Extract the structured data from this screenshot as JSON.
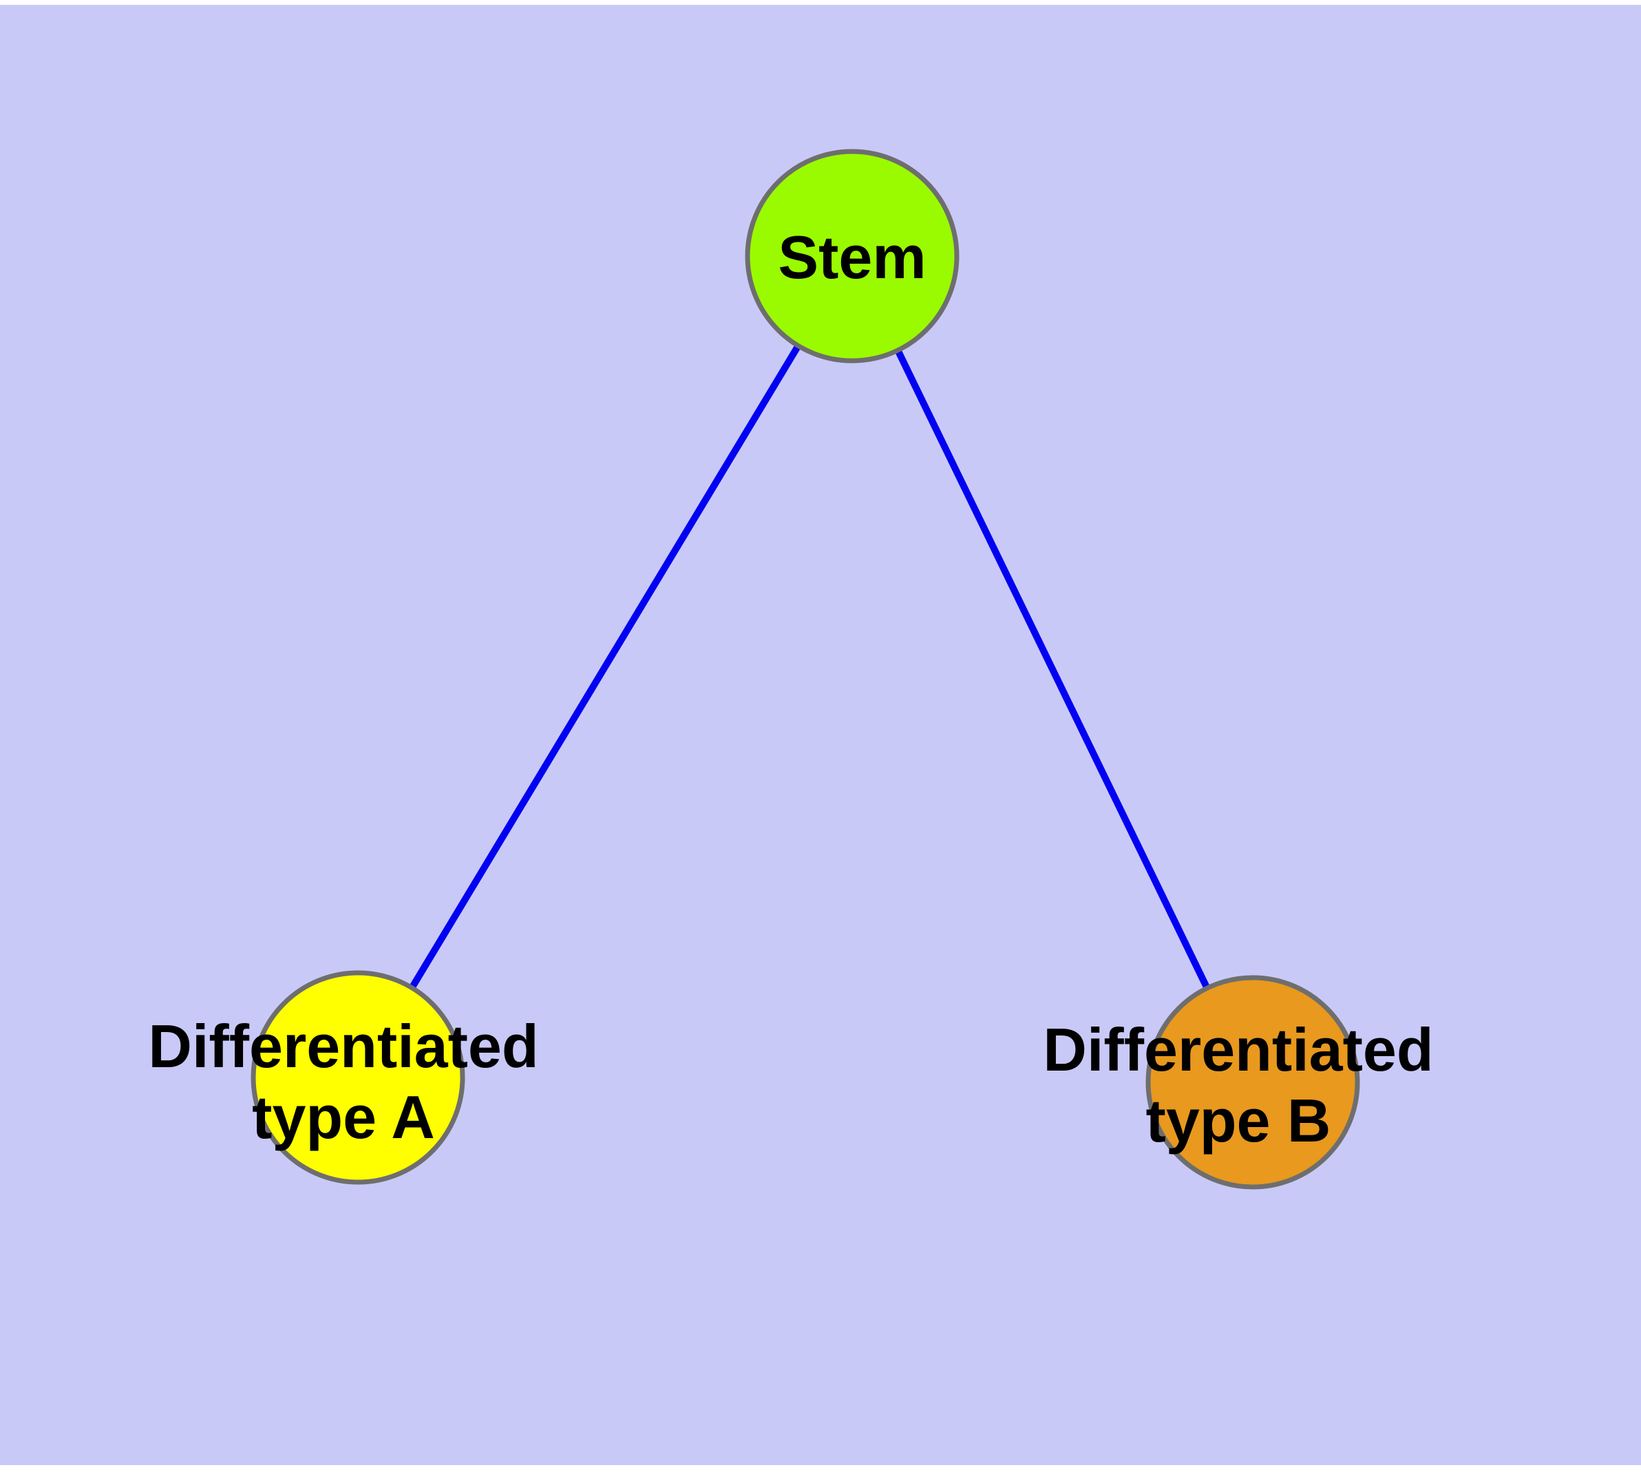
{
  "diagram": {
    "type": "graph",
    "background_color": "#c9c9f8",
    "margin_color": "#ffffff",
    "edge_color": "#0202f2",
    "node_border_color": "#6e6e6e",
    "label_color": "#000000",
    "nodes": [
      {
        "id": "stem",
        "label": "Stem",
        "fill": "#9afb00"
      },
      {
        "id": "differentiated-type-a",
        "label_line1": "Differentiated",
        "label_line2": "type A",
        "fill": "#ffff00"
      },
      {
        "id": "differentiated-type-b",
        "label_line1": "Differentiated",
        "label_line2": "type B",
        "fill": "#e8991e"
      }
    ],
    "edges": [
      {
        "from": "Stem",
        "to": "Differentiated type A"
      },
      {
        "from": "Stem",
        "to": "Differentiated type B"
      }
    ]
  }
}
